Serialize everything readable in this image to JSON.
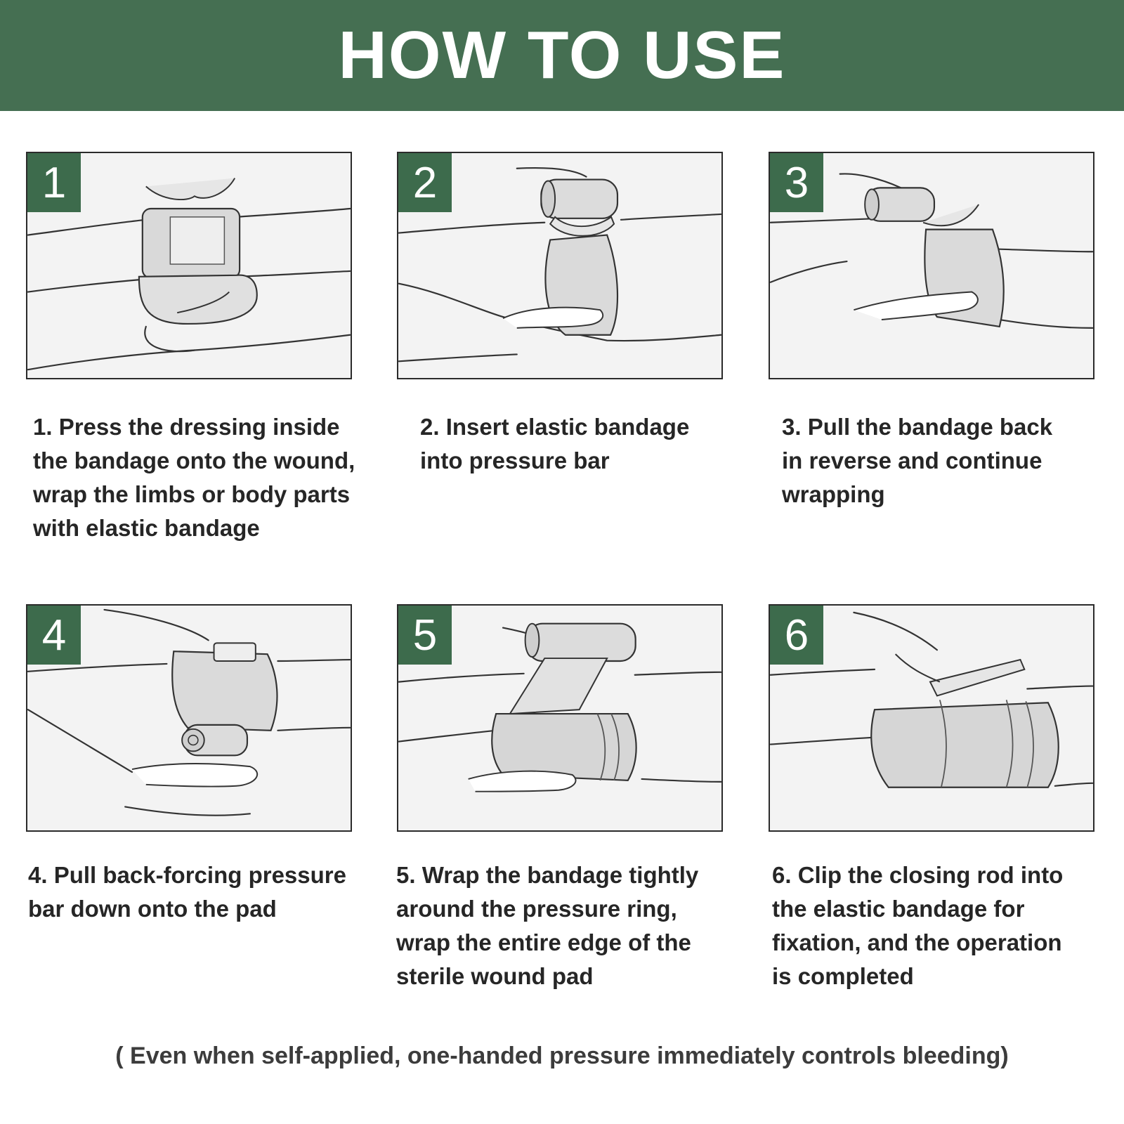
{
  "header": {
    "title": "HOW TO USE"
  },
  "colors": {
    "header_bg": "#456f52",
    "badge_bg": "#3d6b4c",
    "panel_bg": "#f3f3f3"
  },
  "steps": [
    {
      "number": "1",
      "illustration": "dressing-on-arm",
      "caption": "1. Press the dressing inside\nthe bandage onto the wound,\nwrap the limbs or body parts\nwith elastic bandage"
    },
    {
      "number": "2",
      "illustration": "insert-bandage-pressure-bar",
      "caption": "2. Insert elastic bandage\ninto pressure bar"
    },
    {
      "number": "3",
      "illustration": "pull-bandage-back",
      "caption": "3. Pull the bandage back\nin reverse and continue\nwrapping"
    },
    {
      "number": "4",
      "illustration": "pressure-bar-on-pad",
      "caption": "4. Pull back-forcing pressure\nbar down onto the pad"
    },
    {
      "number": "5",
      "illustration": "wrap-tightly",
      "caption": "5. Wrap the bandage tightly\naround the pressure ring,\nwrap the entire edge of the\nsterile wound pad"
    },
    {
      "number": "6",
      "illustration": "clip-closing-rod",
      "caption": "6. Clip the closing rod into\nthe elastic bandage for\nfixation, and the operation\nis completed"
    }
  ],
  "footer": {
    "note": "( Even when self-applied, one-handed pressure immediately controls bleeding)"
  }
}
